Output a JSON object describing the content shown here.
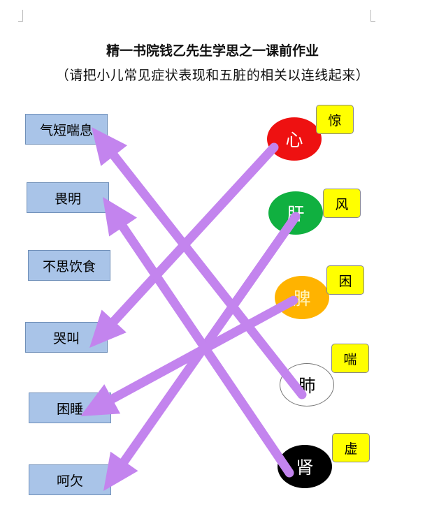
{
  "title": "精一书院钱乙先生学思之一课前作业",
  "subtitle": "（请把小儿常见症状表现和五脏的相关以连线起来）",
  "symptoms": [
    "气短喘息",
    "畏明",
    "不思饮食",
    "哭叫",
    "困睡",
    "呵欠"
  ],
  "organs": [
    {
      "label": "心",
      "fill": "#ee1111",
      "text_color": "#ffffff"
    },
    {
      "label": "肝",
      "fill": "#10b040",
      "text_color": "#ffffff"
    },
    {
      "label": "脾",
      "fill": "#ffb300",
      "text_color": "#fff6c0"
    },
    {
      "label": "肺",
      "fill": "#ffffff",
      "text_color": "#000000"
    },
    {
      "label": "肾",
      "fill": "#000000",
      "text_color": "#ffffff"
    }
  ],
  "tags": [
    "惊",
    "风",
    "困",
    "喘",
    "虚"
  ],
  "connections": [
    {
      "from": "心",
      "to": "哭叫"
    },
    {
      "from": "肝",
      "to": "呵欠"
    },
    {
      "from": "脾",
      "to": "困睡"
    },
    {
      "from": "肺",
      "to": "气短喘息"
    },
    {
      "from": "肾",
      "to": "畏明"
    }
  ],
  "arrow_color": "#c384ee"
}
